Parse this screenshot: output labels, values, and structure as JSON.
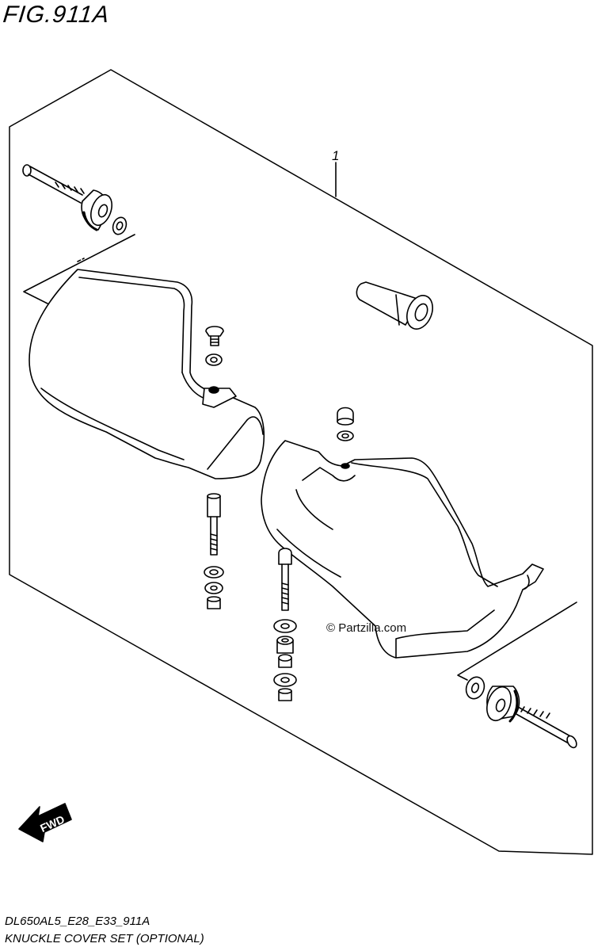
{
  "figure": {
    "title": "FIG.911A",
    "callout_number": "1",
    "watermark": "© Partzilla.com",
    "direction_label": "FWD"
  },
  "footer": {
    "code": "DL650AL5_E28_E33_911A",
    "name": "KNUCKLE COVER SET (OPTIONAL)"
  }
}
